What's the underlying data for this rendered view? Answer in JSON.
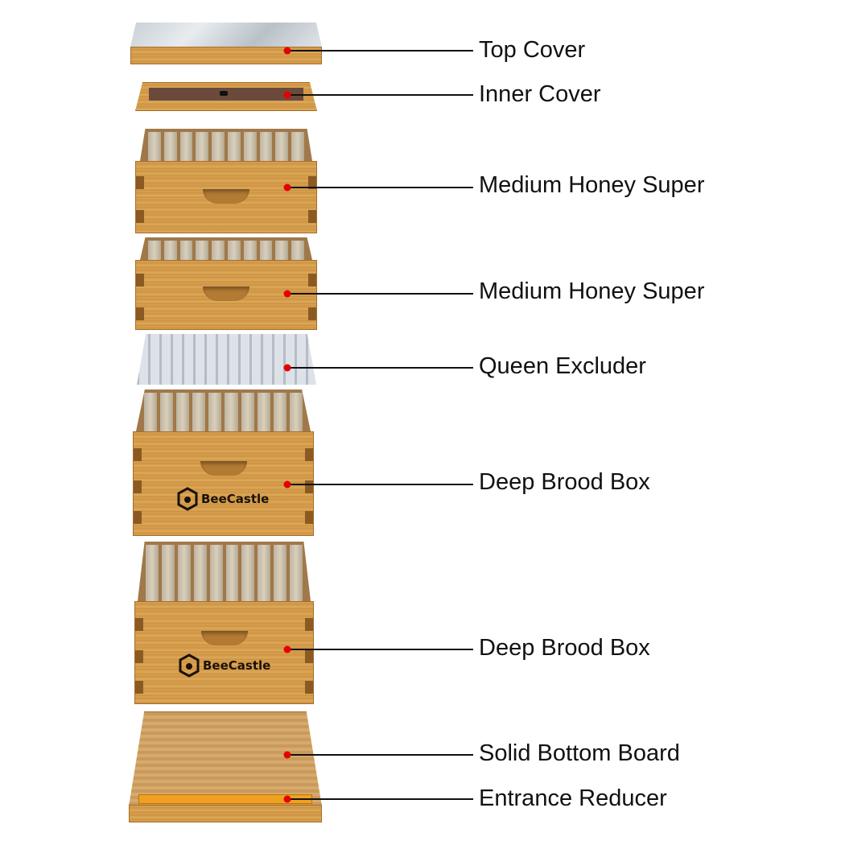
{
  "brand": "BeeCastle",
  "colors": {
    "marker": "#e60000",
    "wood": "#d9a14e",
    "leader_line": "#111111"
  },
  "labels": [
    {
      "id": "top-cover",
      "text": "Top Cover"
    },
    {
      "id": "inner-cover",
      "text": "Inner Cover"
    },
    {
      "id": "medium-honey-super-1",
      "text": "Medium Honey Super"
    },
    {
      "id": "medium-honey-super-2",
      "text": "Medium Honey Super"
    },
    {
      "id": "queen-excluder",
      "text": "Queen Excluder"
    },
    {
      "id": "deep-brood-box-1",
      "text": "Deep Brood Box"
    },
    {
      "id": "deep-brood-box-2",
      "text": "Deep Brood Box"
    },
    {
      "id": "solid-bottom-board",
      "text": "Solid Bottom Board"
    },
    {
      "id": "entrance-reducer",
      "text": "Entrance Reducer"
    }
  ]
}
